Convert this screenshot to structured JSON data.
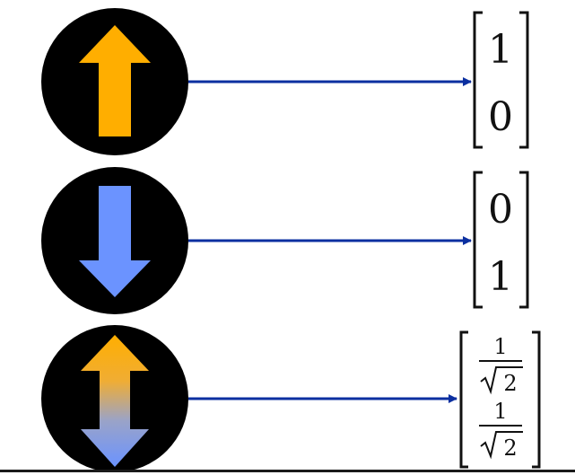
{
  "colors": {
    "background": "#ffffff",
    "circle": "#000000",
    "arrow_connector": "#0b2fa0",
    "spin_up": "#ffae00",
    "spin_down": "#6b93ff",
    "bracket": "#111111",
    "bottom_rule": "#1a1a1a"
  },
  "rows": [
    {
      "state": "spin-up",
      "icon": "up-arrow-icon",
      "vector": [
        "1",
        "0"
      ]
    },
    {
      "state": "spin-down",
      "icon": "down-arrow-icon",
      "vector": [
        "0",
        "1"
      ]
    },
    {
      "state": "superposition",
      "icon": "up-down-arrow-icon",
      "vector_fraction": {
        "numerator": "1",
        "denominator_radicand": "2",
        "entries": 2
      }
    }
  ]
}
